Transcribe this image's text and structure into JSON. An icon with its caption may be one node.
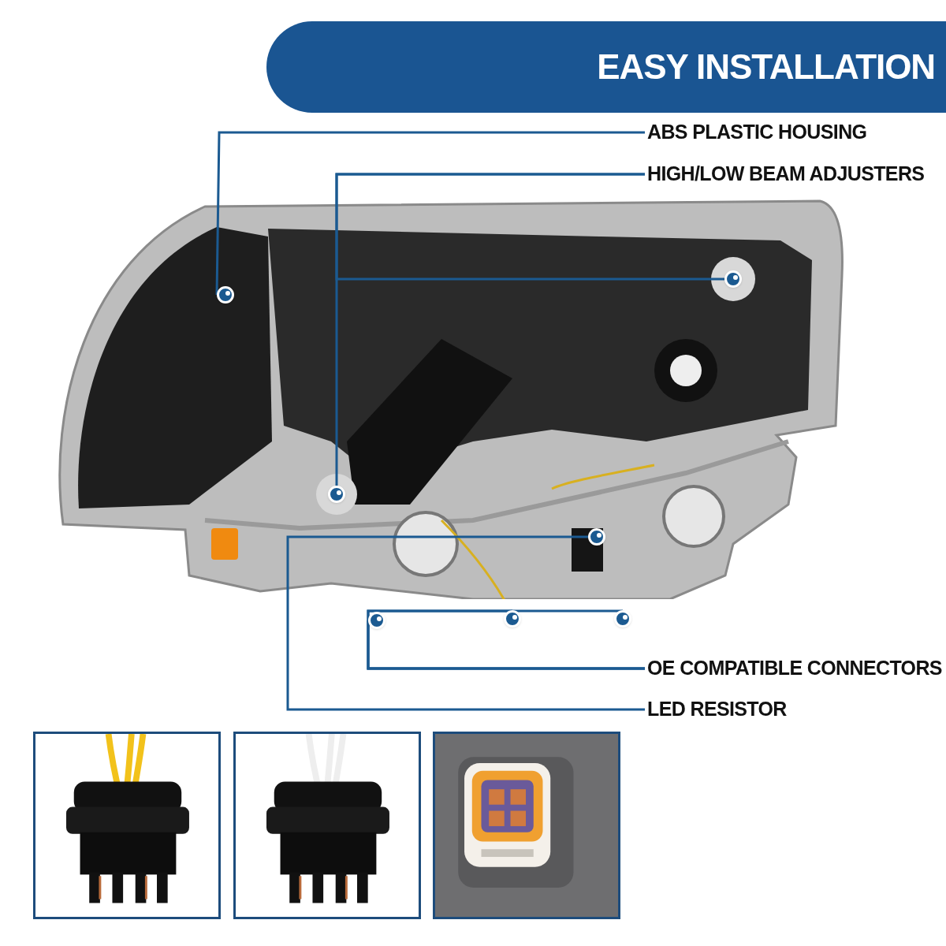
{
  "diagram": {
    "title": "EASY INSTALLATION",
    "nodes": [
      {
        "text": [
          "ABS PLASTIC HOUSING"
        ]
      },
      {
        "text": [
          "HIGH/LOW BEAM ADJUSTERS"
        ]
      },
      {
        "text": [
          "OE COMPATIBLE CONNECTORS"
        ]
      },
      {
        "text": [
          "LED RESISTOR"
        ]
      },
      {
        "text": [],
        "shape": "circle"
      },
      {
        "text": [],
        "shape": "circle"
      },
      {
        "text": [],
        "shape": "circle"
      },
      {
        "text": [],
        "shape": "circle"
      },
      {
        "text": [],
        "shape": "circle"
      },
      {
        "text": [],
        "shape": "circle"
      },
      {
        "text": [],
        "shape": "circle"
      }
    ],
    "edges": [
      {
        "from": 0,
        "to": 4,
        "arrow": "none"
      },
      {
        "from": 1,
        "to": 5,
        "arrow": "none"
      },
      {
        "from": 1,
        "to": 6,
        "arrow": "none"
      },
      {
        "from": 2,
        "to": 8,
        "arrow": "none"
      },
      {
        "from": 2,
        "to": 9,
        "arrow": "none"
      },
      {
        "from": 2,
        "to": 10,
        "arrow": "none"
      },
      {
        "from": 3,
        "to": 7,
        "arrow": "none"
      }
    ]
  }
}
